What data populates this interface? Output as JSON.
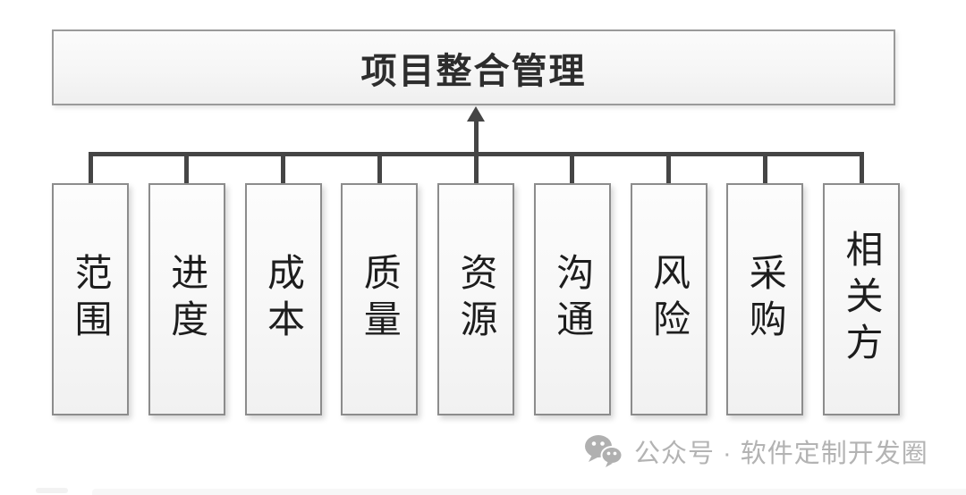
{
  "diagram": {
    "root": {
      "label": "项目整合管理"
    },
    "children": [
      {
        "label": "范围"
      },
      {
        "label": "进度"
      },
      {
        "label": "成本"
      },
      {
        "label": "质量"
      },
      {
        "label": "资源"
      },
      {
        "label": "沟通"
      },
      {
        "label": "风险"
      },
      {
        "label": "采购"
      },
      {
        "label": "相关方"
      }
    ],
    "colors": {
      "connector": "#454545",
      "box_border": "#8c8c8c",
      "box_fill": "#f6f6f6",
      "text": "#1d1d1d",
      "background": "#ffffff"
    }
  },
  "watermark": {
    "icon": "wechat-icon",
    "text": "公众号 · 软件定制开发圈",
    "color": "#b3b3b3"
  }
}
